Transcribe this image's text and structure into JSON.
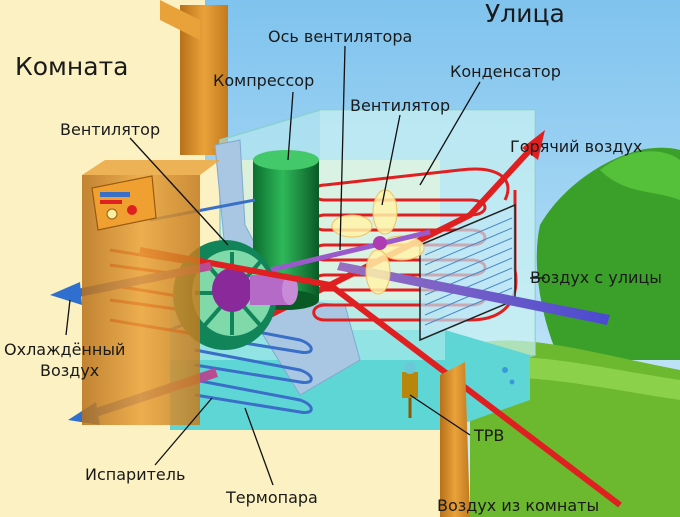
{
  "labels": {
    "room": "Комната",
    "street": "Улица",
    "fan_axis": "Ось вентилятора",
    "compressor": "Компрессор",
    "condenser": "Конденсатор",
    "fan_outdoor": "Вентилятор",
    "fan_indoor": "Вентилятор",
    "hot_air": "Горячий воздух",
    "outside_air": "Воздух с улицы",
    "cooled_air_line1": "Охлаждённый",
    "cooled_air_line2": "Воздух",
    "evaporator": "Испаритель",
    "thermocouple": "Термопара",
    "txv": "ТРВ",
    "room_air": "Воздух из комнаты"
  },
  "colors": {
    "room_bg": "#FBF1C2",
    "sky": "#A9D8F3",
    "wall": "#D98E1E",
    "unit_glass": "#BFEFEF",
    "unit_base": "#5FD6D6",
    "compressor": "#0E8A3C",
    "fan_hub": "#8A2A9A",
    "hot_pipe": "#E02020",
    "cold_pipe": "#3A6FC8",
    "tree": "#3BA02A",
    "grass": "#6CB82E"
  }
}
